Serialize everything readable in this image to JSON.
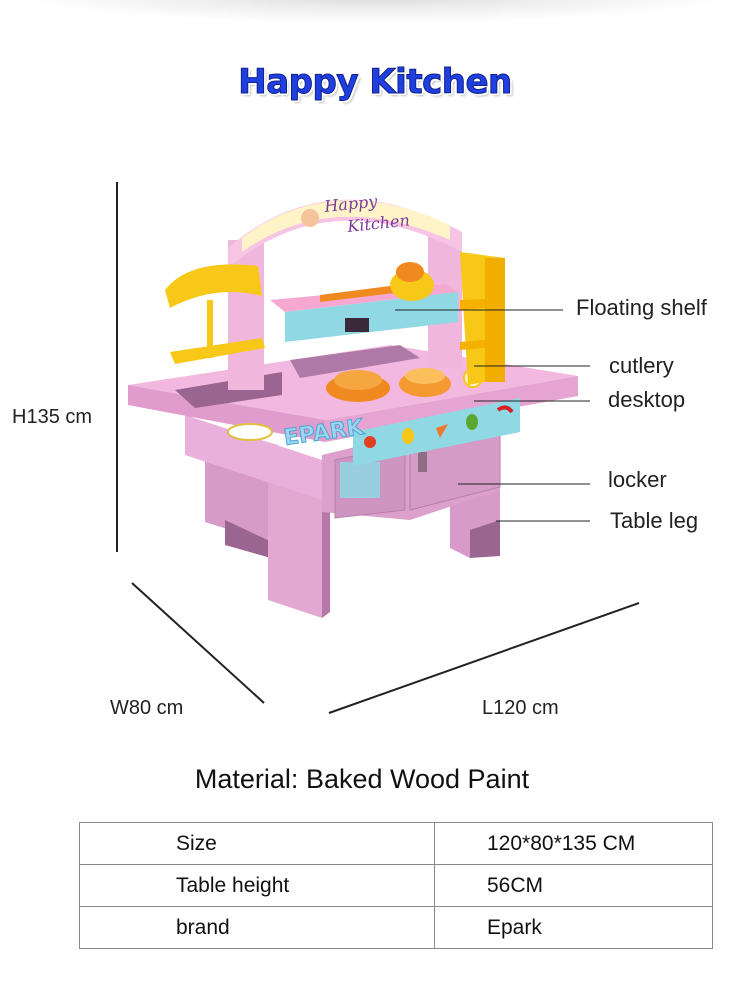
{
  "title": "Happy Kitchen",
  "sign_text": [
    "Happy",
    "Kitchen"
  ],
  "logo_text": "EPARK",
  "dimensions": {
    "height": "H135 cm",
    "width": "W80 cm",
    "length": "L120 cm"
  },
  "callouts": {
    "floating_shelf": "Floating shelf",
    "cutlery": "cutlery",
    "desktop": "desktop",
    "locker": "locker",
    "table_leg": "Table leg"
  },
  "material": "Material: Baked Wood Paint",
  "specs": [
    {
      "key": "Size",
      "value": "120*80*135 CM"
    },
    {
      "key": "Table height",
      "value": "56CM"
    },
    {
      "key": "brand",
      "value": "Epark"
    }
  ],
  "colors": {
    "title": "#1f3fe0",
    "body_pink": "#e6a6d6",
    "top_pink": "#f3b8df",
    "shelf_yellow": "#f7c818",
    "panel_blue": "#8fd8e4"
  }
}
